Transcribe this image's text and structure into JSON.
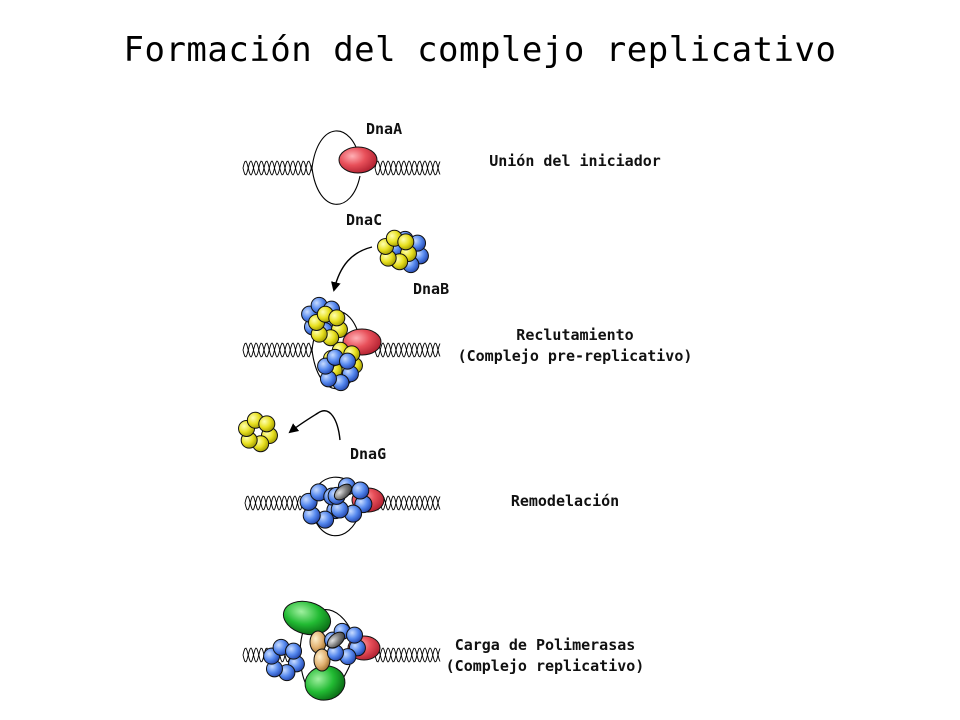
{
  "title": "Formación del complejo replicativo",
  "labels": {
    "dnaA": "DnaA",
    "dnaC": "DnaC",
    "dnaB": "DnaB",
    "dnaG": "DnaG"
  },
  "steps": [
    {
      "line1": "Unión del iniciador",
      "line2": ""
    },
    {
      "line1": "Reclutamiento",
      "line2": "(Complejo pre-replicativo)"
    },
    {
      "line1": "Remodelación",
      "line2": ""
    },
    {
      "line1": "Carga de Polimerasas",
      "line2": "(Complejo replicativo)"
    }
  ],
  "colors": {
    "dnaA": "#e8505a",
    "dnaB": "#5588ee",
    "dnaC": "#e8e020",
    "dnaG": "#808080",
    "polymerase": "#22bb33",
    "clamp": "#e0b070"
  }
}
